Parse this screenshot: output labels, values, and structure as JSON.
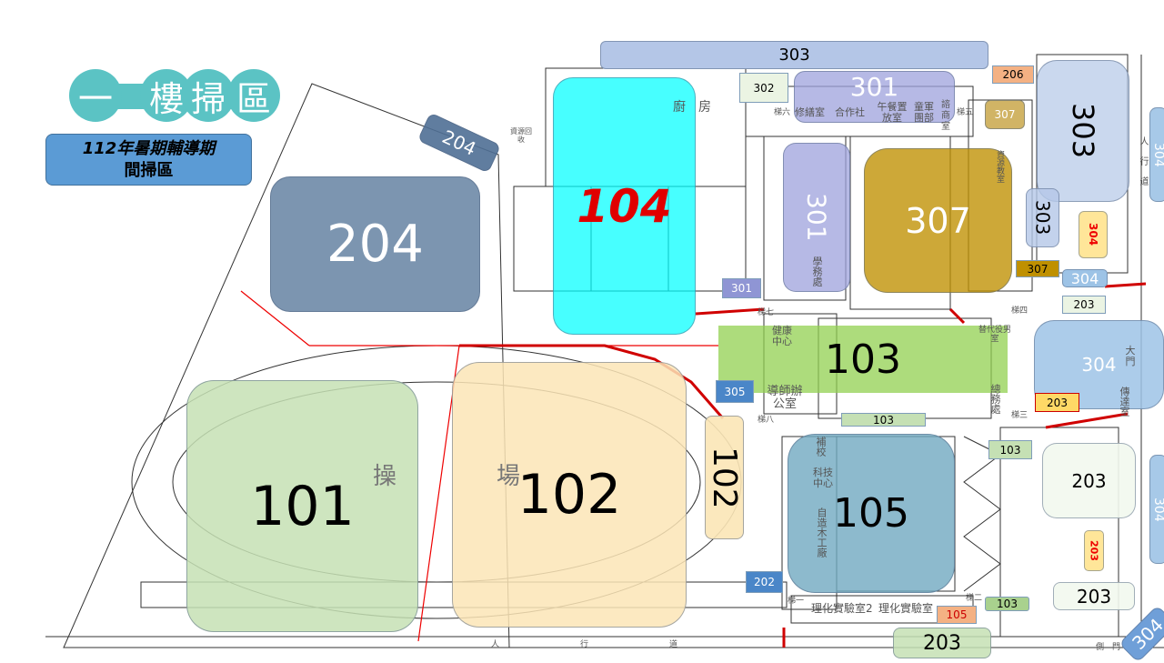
{
  "title": {
    "chars": [
      "一",
      "樓",
      "掃",
      "區"
    ]
  },
  "subtitle": {
    "line1": "112年暑期輔導期",
    "line2": "間掃區"
  },
  "zones": [
    {
      "label": "303",
      "color": "#b4c6e7"
    },
    {
      "label": "303",
      "color": "#c5d3ea"
    },
    {
      "label": "303",
      "color": "#c5d3ea"
    },
    {
      "label": "302",
      "color": "#ebf4e3"
    },
    {
      "label": "301",
      "color": "#9ea2dc"
    },
    {
      "label": "206",
      "color": "#f4b183"
    },
    {
      "label": "307",
      "color": "#c9a74a"
    },
    {
      "label": "104",
      "color": "#00ffff"
    },
    {
      "label": "204",
      "color": "#4f6f95"
    },
    {
      "label": "204",
      "color": "#5b7a9c"
    },
    {
      "label": "301",
      "color": "#9ea2dc"
    },
    {
      "label": "307",
      "color": "#bf9000"
    },
    {
      "label": "304",
      "color": "#ffe699"
    },
    {
      "label": "307",
      "color": "#bf9000"
    },
    {
      "label": "304",
      "color": "#9dc3e6"
    },
    {
      "label": "203",
      "color": "#ebf4e3"
    },
    {
      "label": "301",
      "color": "#8f95d4"
    },
    {
      "label": "103",
      "color": "#92d050"
    },
    {
      "label": "304",
      "color": "#9dc3e6"
    },
    {
      "label": "305",
      "color": "#4a86c8"
    },
    {
      "label": "203",
      "color": "#ffd966"
    },
    {
      "label": "103",
      "color": "#c5e0b4"
    },
    {
      "label": "103",
      "color": "#c5e0b4"
    },
    {
      "label": "101",
      "color": "#c5e0b4"
    },
    {
      "label": "102",
      "color": "#fbe5b6"
    },
    {
      "label": "102",
      "color": "#fbe5b6"
    },
    {
      "label": "105",
      "color": "#71a9c0"
    },
    {
      "label": "203",
      "color": "#f2f8ee"
    },
    {
      "label": "203",
      "color": "#ffe699"
    },
    {
      "label": "202",
      "color": "#4a86c8"
    },
    {
      "label": "203",
      "color": "#f2f8ee"
    },
    {
      "label": "103",
      "color": "#a9d18e"
    },
    {
      "label": "105",
      "color": "#f4b183"
    },
    {
      "label": "203",
      "color": "#c5e0b4"
    },
    {
      "label": "304",
      "color": "#6f9fd8"
    },
    {
      "label": "304",
      "color": "#9dc3e6"
    },
    {
      "label": "304",
      "color": "#9dc3e6"
    }
  ],
  "rooms": {
    "kitchen": "廚　房",
    "repair": "修繕室",
    "coop": "合作社",
    "lunch": "午餐置放室",
    "military": "童軍團部",
    "counsel": "諮商室",
    "stair6": "梯六",
    "stair5": "梯五",
    "stair4": "梯四",
    "stair7": "梯七",
    "stair8": "梯八",
    "stair3": "梯三",
    "stair2": "梯二",
    "stair1": "梯一",
    "recycle": "資源回收",
    "health": "健康中心",
    "tutor": "導師辦公室",
    "substitute": "替代役男室",
    "general": "總務處",
    "academic": "學務處",
    "supplement": "補校",
    "tech": "科技中心",
    "wood": "自造木工廠",
    "lab2": "理化實驗室2",
    "lab": "理化實驗室",
    "field1": "操",
    "field2": "場",
    "sidewalk": "人　行　道",
    "sidewalk_v": "人行道",
    "gate": "大門",
    "guard": "傳達室",
    "sidegate": "側　門",
    "resource": "資源教室"
  }
}
